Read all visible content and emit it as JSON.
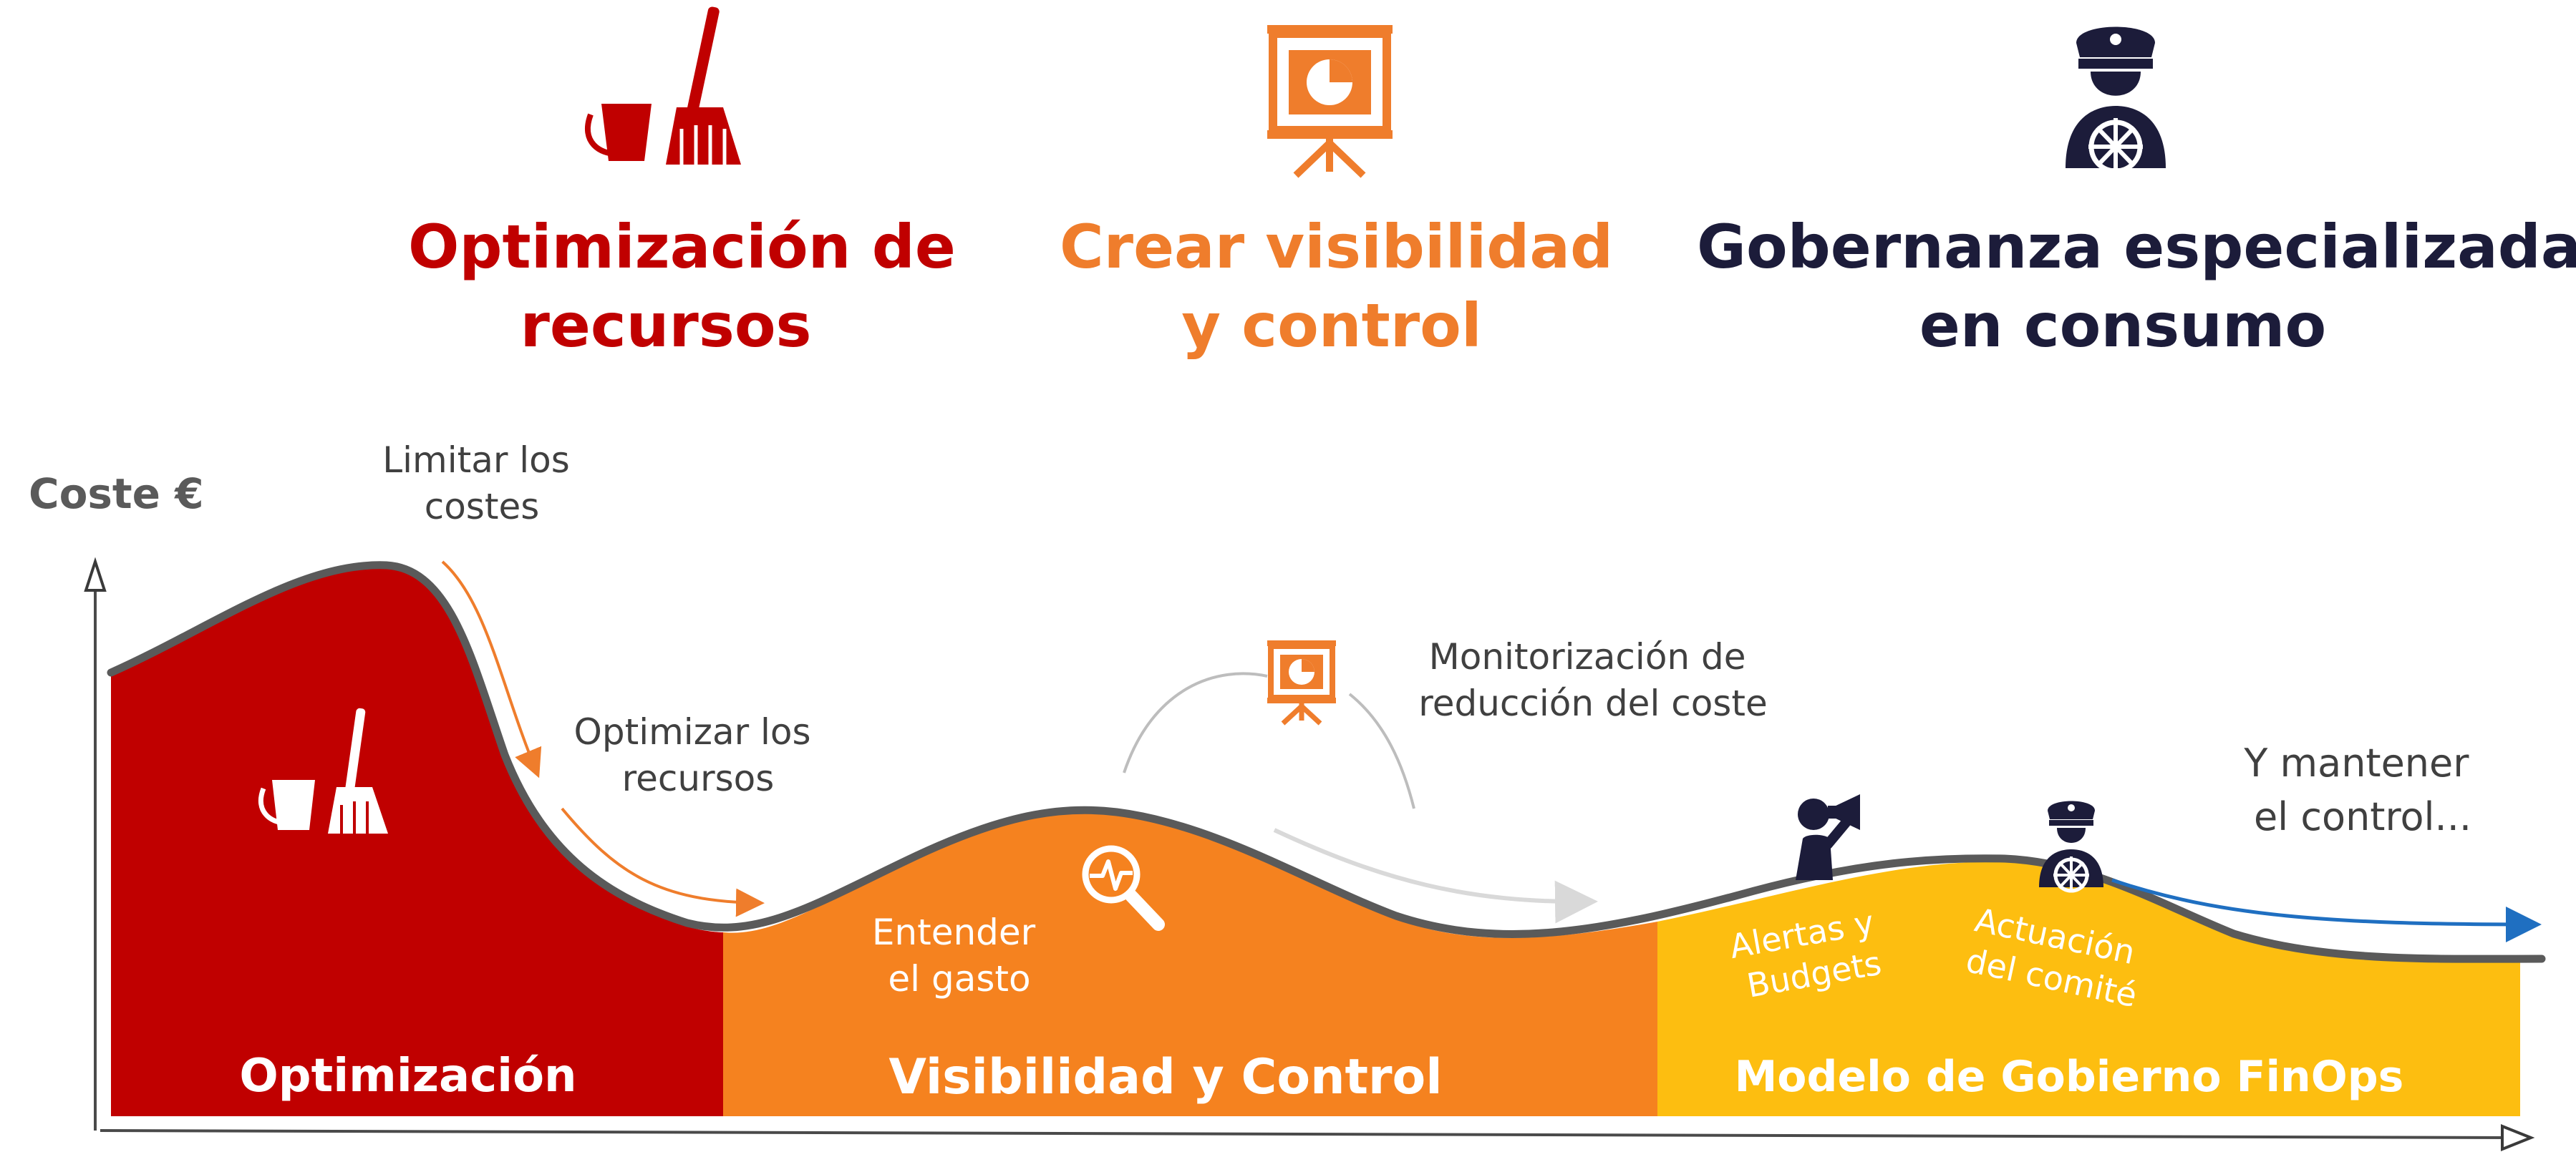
{
  "headings": {
    "optimization": {
      "line1": "Optimización de",
      "line2": "recursos"
    },
    "visibility": {
      "line1": "Crear visibilidad",
      "line2": "y control"
    },
    "governance": {
      "line1": "Gobernanza especializada",
      "line2": "en consumo"
    }
  },
  "axis": {
    "y_label": "Coste €"
  },
  "annotations": {
    "limit_costs": {
      "line1": "Limitar los",
      "line2": "costes"
    },
    "optimize_resources": {
      "line1": "Optimizar los",
      "line2": "recursos"
    },
    "understand_spend": {
      "line1": "Entender",
      "line2": "el gasto"
    },
    "monitoring": {
      "line1": "Monitorización de",
      "line2": "reducción del coste"
    },
    "alerts": {
      "line1": "Alertas y",
      "line2": "Budgets"
    },
    "committee": {
      "line1": "Actuación",
      "line2": "del comité"
    },
    "maintain": {
      "line1": "Y mantener",
      "line2": "el control..."
    }
  },
  "phases": {
    "optimization": "Optimización",
    "visibility": "Visibilidad y Control",
    "governance": "Modelo de Gobierno FinOps"
  },
  "icons": {
    "optimization": "bucket-broom-icon",
    "visibility": "presentation-chart-icon",
    "governance": "captain-helm-icon",
    "understand": "magnifier-pulse-icon",
    "alerts": "megaphone-person-icon"
  },
  "colors": {
    "red": "#c00000",
    "orange": "#f5821f",
    "yellow": "#fdbe10",
    "navy": "#1c1c3a",
    "blue": "#1f6fc1",
    "curve": "#5a5a5a",
    "text": "#404040"
  }
}
